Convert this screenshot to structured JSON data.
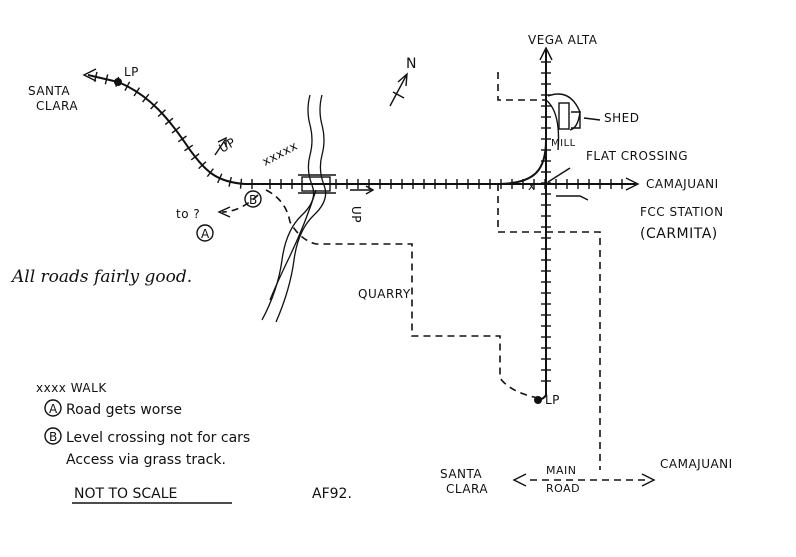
{
  "map": {
    "places": {
      "vega_alta": "VEGA ALTA",
      "santa_clara_top": "SANTA CLARA",
      "camajuani_rail": "CAMAJUANI",
      "camajuani_road": "CAMAJUANI",
      "santa_clara_bottom": "SANTA CLARA",
      "main_road": "MAIN ROAD"
    },
    "features": {
      "north": "N",
      "lp_top": "LP",
      "lp_bottom": "LP",
      "shed": "SHED",
      "mill": "MILL",
      "flat_crossing": "FLAT CROSSING",
      "fcc_station": "FCC STATION",
      "carmita": "(CARMITA)",
      "quarry": "QUARRY",
      "up_curve": "UP",
      "up_main": "UP",
      "walk_marks": "xxxxx",
      "point_a": "A",
      "point_b": "B",
      "to_label": "to ?"
    },
    "notes": {
      "roads": "All roads fairly good.",
      "walk_key": "xxxx WALK",
      "a_key": "Road gets worse",
      "b_key_1": "Level crossing not for cars",
      "b_key_2": "Access via grass track.",
      "scale": "NOT TO SCALE",
      "signature": "AF92."
    },
    "colors": {
      "ink": "#111111",
      "paper": "#ffffff"
    }
  }
}
